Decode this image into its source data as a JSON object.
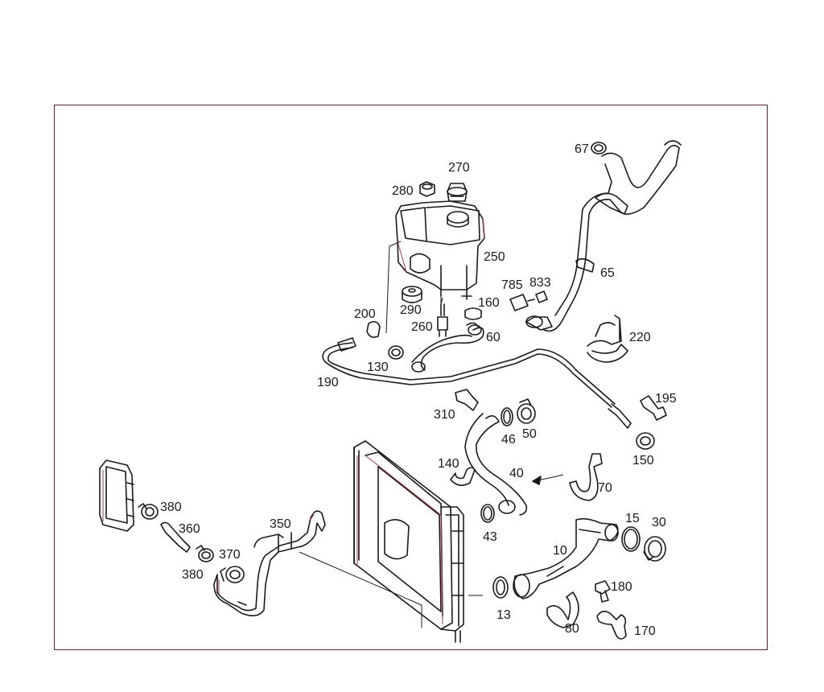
{
  "colors": {
    "frame": "#7a1f2b",
    "line": "#1a1a1a",
    "highlight": "#b0384a"
  },
  "labels": {
    "l67": "67",
    "l270": "270",
    "l280": "280",
    "l250": "250",
    "l65": "65",
    "l785": "785",
    "l833": "833",
    "l200": "200",
    "l290": "290",
    "l160": "160",
    "l260": "260",
    "l60": "60",
    "l130": "130",
    "l220": "220",
    "l190": "190",
    "l195": "195",
    "l310": "310",
    "l46": "46",
    "l50": "50",
    "l150": "150",
    "l140": "140",
    "l40": "40",
    "l70": "70",
    "l380a": "380",
    "l360": "360",
    "l350": "350",
    "l370": "370",
    "l380b": "380",
    "l43": "43",
    "l15": "15",
    "l30": "30",
    "l10": "10",
    "l180": "180",
    "l13": "13",
    "l80": "80",
    "l170": "170"
  }
}
